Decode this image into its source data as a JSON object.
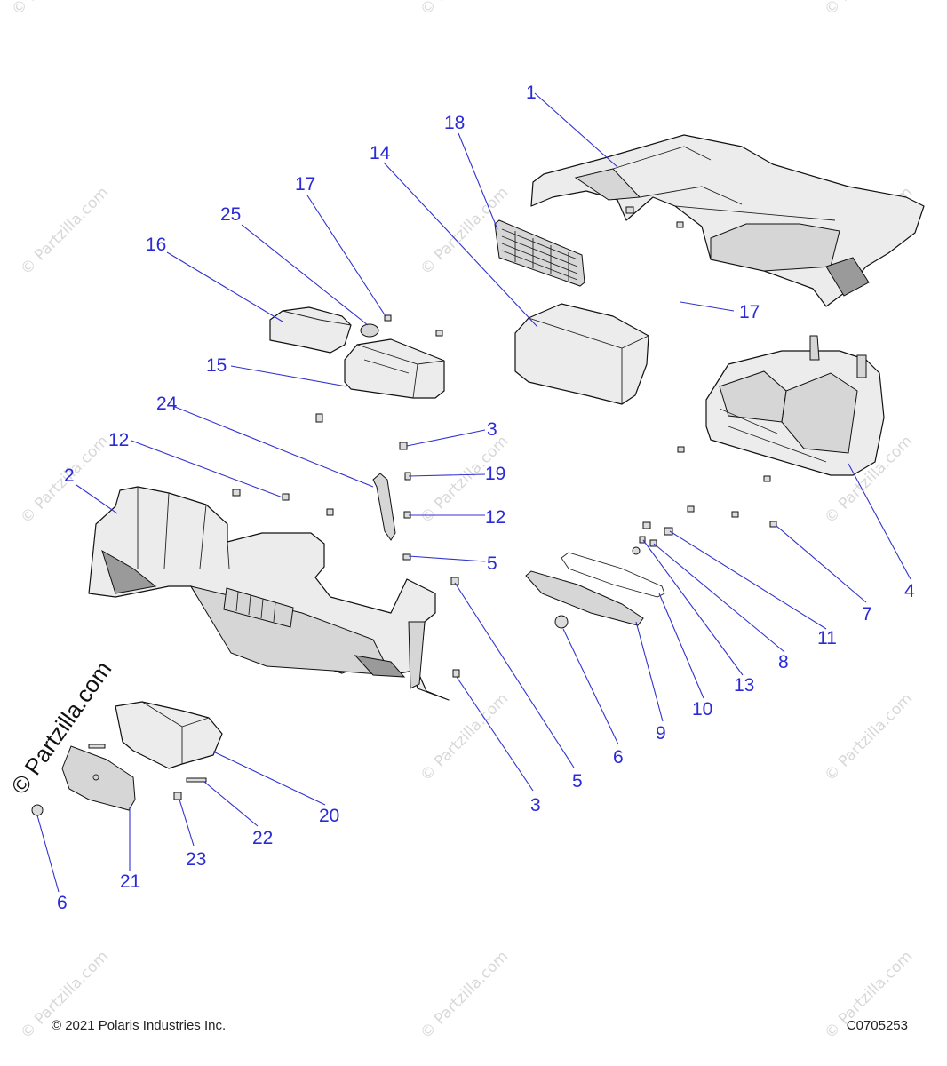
{
  "footer": {
    "copyright": "© 2021 Polaris Industries Inc.",
    "drawing_number": "C0705253"
  },
  "watermark": {
    "text": "© Partzilla.com",
    "large_text": "© Partzilla.com"
  },
  "callouts": {
    "c1": "1",
    "c2": "2",
    "c3a": "3",
    "c3b": "3",
    "c4": "4",
    "c5a": "5",
    "c5b": "5",
    "c6a": "6",
    "c6b": "6",
    "c7": "7",
    "c8": "8",
    "c9": "9",
    "c10": "10",
    "c11": "11",
    "c12a": "12",
    "c12b": "12",
    "c13": "13",
    "c14": "14",
    "c15": "15",
    "c16": "16",
    "c17a": "17",
    "c17b": "17",
    "c18": "18",
    "c19": "19",
    "c20": "20",
    "c21": "21",
    "c22": "22",
    "c23": "23",
    "c24": "24",
    "c25": "25"
  },
  "colors": {
    "callout": "#2a2ad8",
    "line": "#111111",
    "watermark": "#d8d8d8"
  }
}
